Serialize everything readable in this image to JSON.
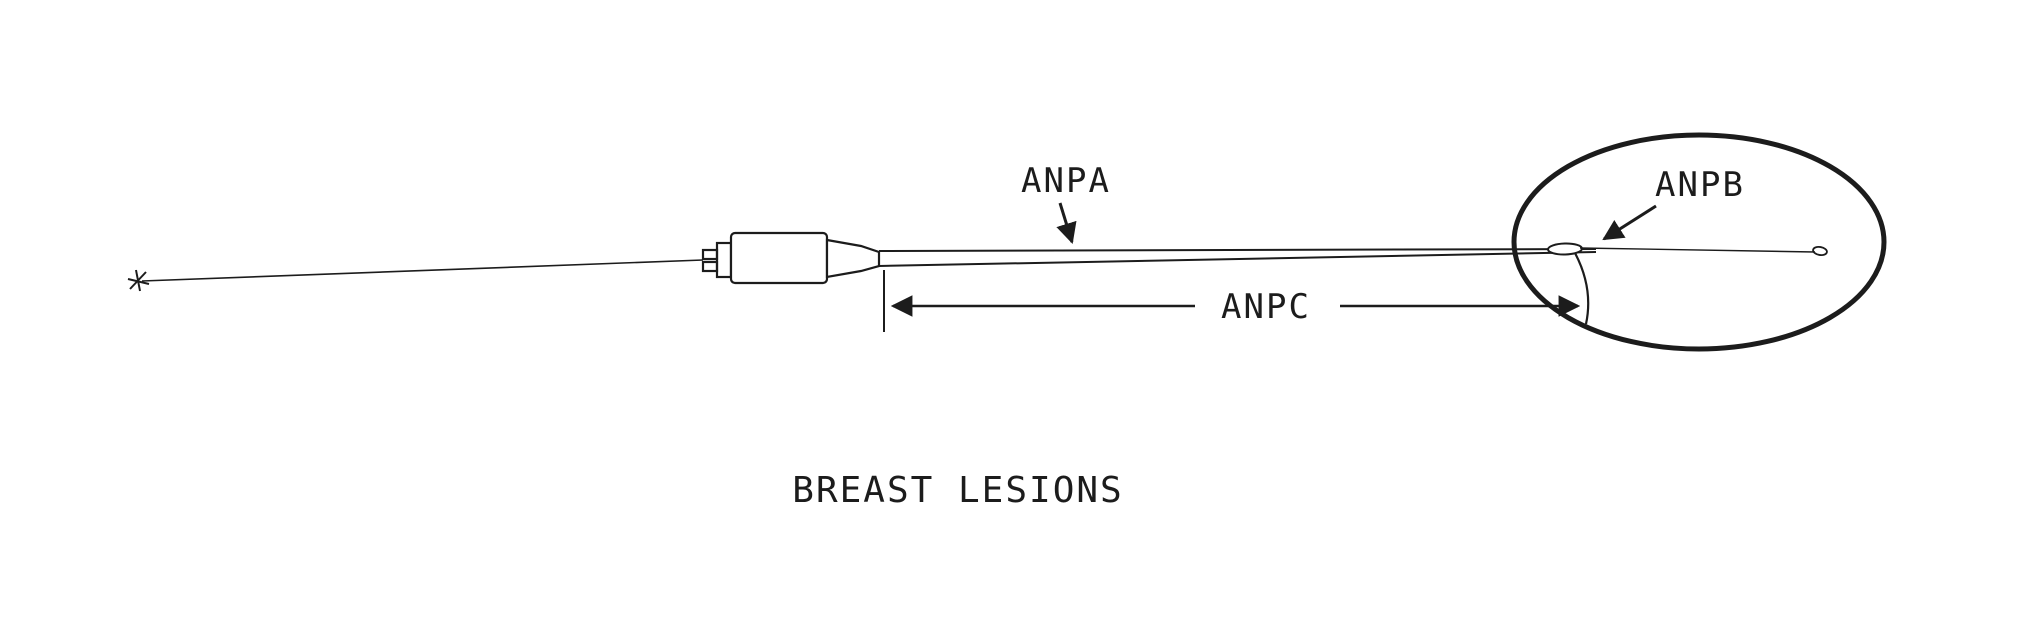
{
  "diagram": {
    "labels": {
      "anpa": "ANPA",
      "anpb": "ANPB",
      "anpc": "ANPC"
    },
    "caption": "BREAST LESIONS",
    "ink_color": "#1c1c1c",
    "background_color": "#ffffff"
  }
}
